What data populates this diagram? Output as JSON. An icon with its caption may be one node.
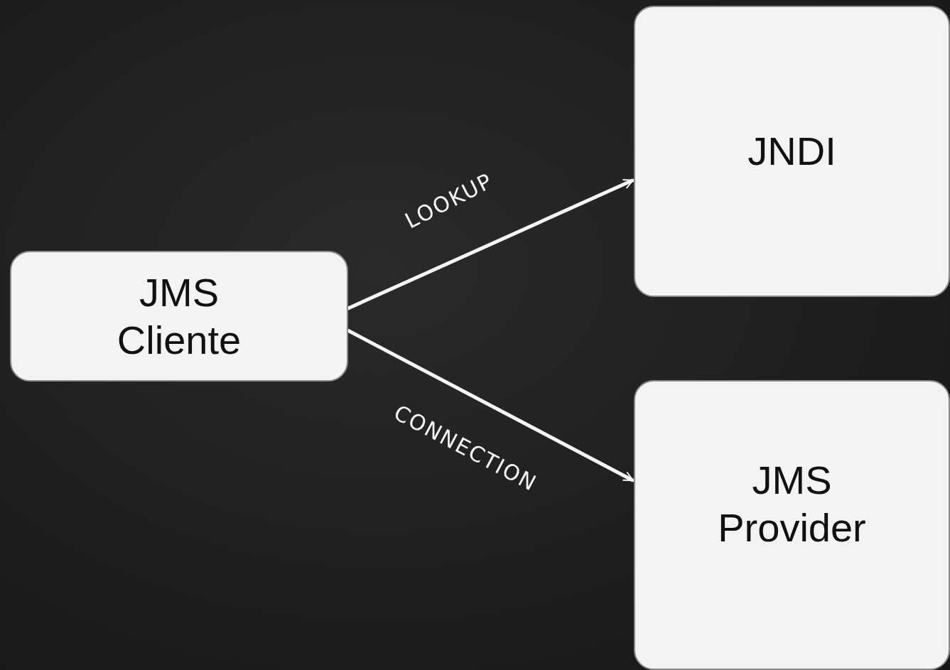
{
  "diagram": {
    "nodes": [
      {
        "text": [
          "JMS Cliente"
        ]
      },
      {
        "text": [
          "JNDI"
        ]
      },
      {
        "text": [
          "JMS Provider"
        ]
      }
    ],
    "edges": [
      {
        "from": 0,
        "to": 1,
        "arrow": "to",
        "label": "LOOKUP"
      },
      {
        "from": 0,
        "to": 2,
        "arrow": "to",
        "label": "CONNECTION"
      }
    ]
  }
}
